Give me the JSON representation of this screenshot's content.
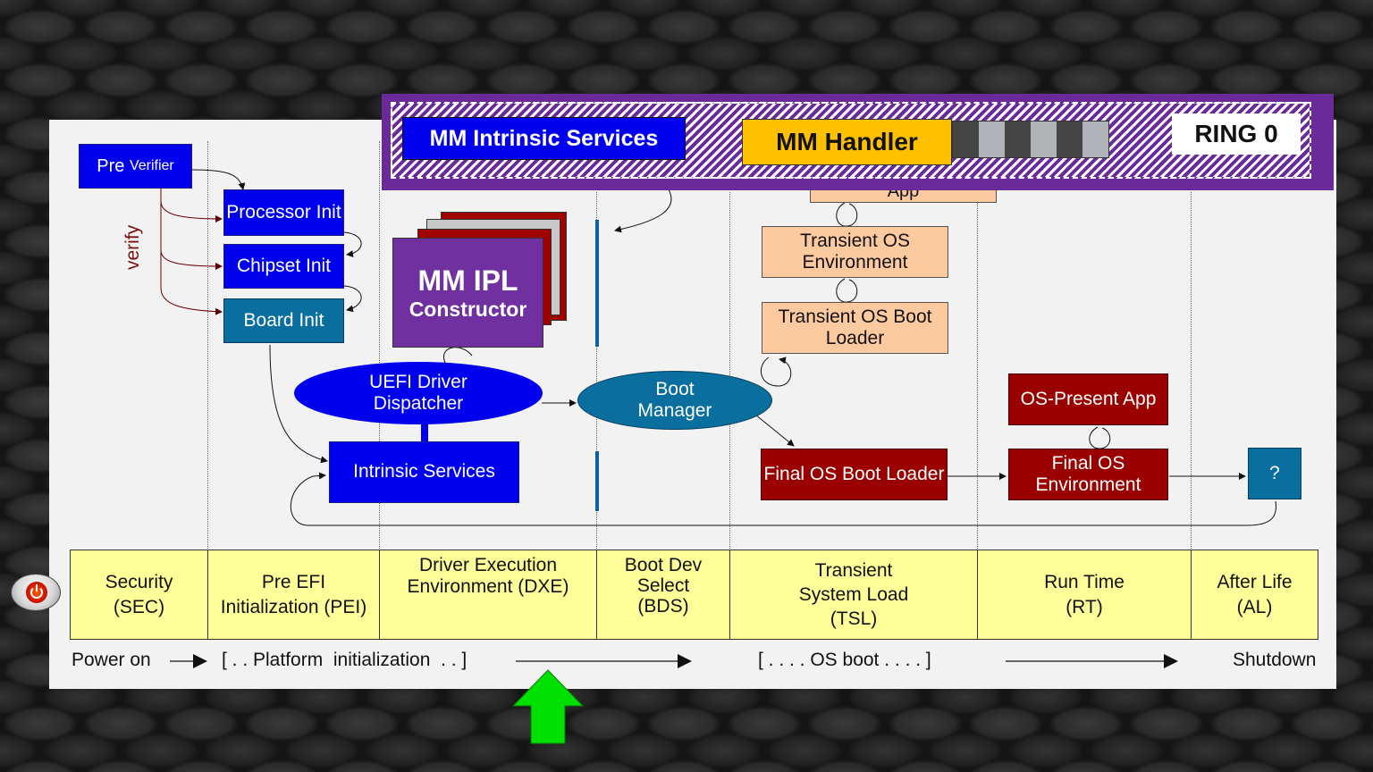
{
  "ring": {
    "label": "RING 0"
  },
  "mm": {
    "intrinsic_services": "MM Intrinsic Services",
    "handler": "MM Handler"
  },
  "sec": {
    "pre_verifier_main": "Pre",
    "pre_verifier_small": "Verifier",
    "verify": "verify"
  },
  "pei": {
    "processor_init": "Processor Init",
    "chipset_init": "Chipset Init",
    "board_init": "Board Init"
  },
  "dxe": {
    "mm_ipl_title": "MM IPL",
    "mm_ipl_sub": "Constructor",
    "uefi_dispatcher": "UEFI Driver Dispatcher",
    "intrinsic_services": "Intrinsic Services"
  },
  "bds": {
    "boot_manager": "Boot Manager"
  },
  "tsl": {
    "app_partial": "App",
    "transient_env": "Transient OS Environment",
    "transient_loader": "Transient OS Boot Loader",
    "final_loader": "Final OS Boot Loader"
  },
  "rt": {
    "os_present_app": "OS-Present App",
    "final_env": "Final OS Environment"
  },
  "al": {
    "unknown": "?"
  },
  "phases": [
    {
      "name": "Security",
      "abbr": "(SEC)"
    },
    {
      "name": "Pre EFI",
      "abbr": "Initialization  (PEI)"
    },
    {
      "name": "Driver Execution",
      "abbr": "Environment  (DXE)"
    },
    {
      "name": "Boot Dev",
      "abbr": "Select",
      "extra": "(BDS)"
    },
    {
      "name": "Transient",
      "abbr": "System Load",
      "extra": "(TSL)"
    },
    {
      "name": "Run Time",
      "abbr": "(RT)"
    },
    {
      "name": "After Life",
      "abbr": "(AL)"
    }
  ],
  "timeline": {
    "power_on": "Power  on",
    "platform_init": "[ . . Platform  initialization  . . ]",
    "os_boot": "[ . . . . OS boot . . . . ]",
    "shutdown": "Shutdown"
  },
  "colors": {
    "mm_bar": "#6a2a9a",
    "mm_ipl": "#7030a0",
    "handler": "#ffc000",
    "arrow_up": "#00e000"
  },
  "icons": {
    "power": "power-icon",
    "up_arrow": "up-arrow-icon"
  }
}
